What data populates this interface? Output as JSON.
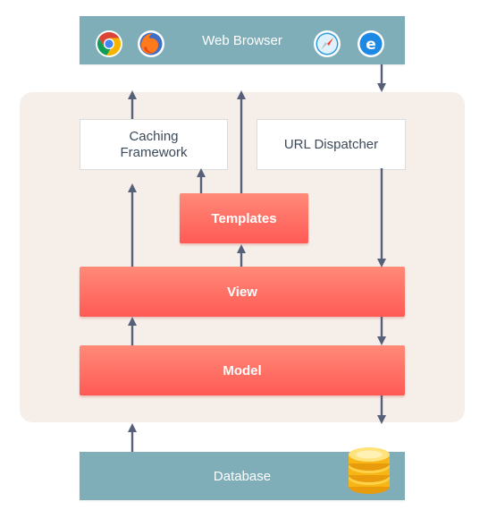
{
  "browser": {
    "label": "Web Browser",
    "icons": [
      "chrome-icon",
      "firefox-icon",
      "safari-icon",
      "internet-explorer-icon"
    ]
  },
  "components": {
    "caching": "Caching\nFramework",
    "dispatcher": "URL Dispatcher",
    "templates": "Templates",
    "view": "View",
    "model": "Model"
  },
  "database": {
    "label": "Database",
    "icon": "database-icon"
  },
  "colors": {
    "bar": "#7fadb8",
    "panel": "#f6efe9",
    "arrow": "#56607a",
    "red_top": "#ff8a78",
    "red_bottom": "#ff5a55",
    "db_gold": "#f7b516"
  }
}
